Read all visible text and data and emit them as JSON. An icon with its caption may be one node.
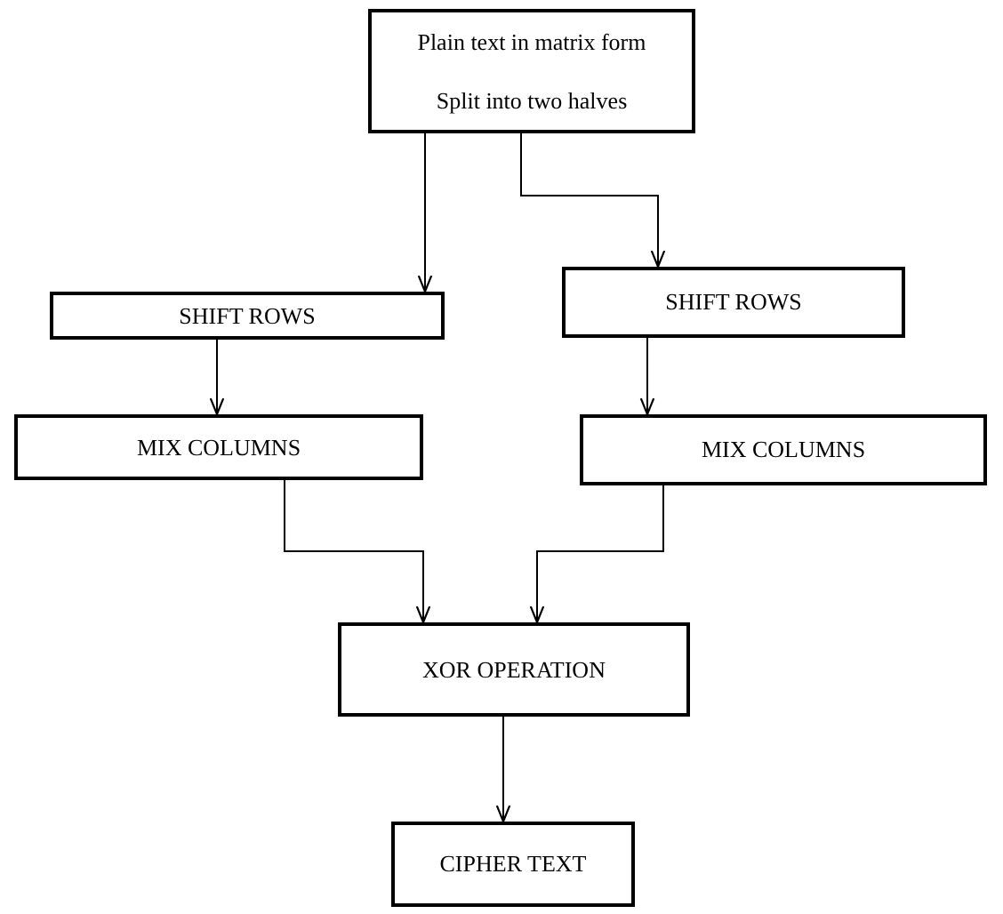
{
  "diagram": {
    "nodes": [
      {
        "text": [
          "Plain text in matrix form",
          "Split into two halves"
        ]
      },
      {
        "text": [
          "SHIFT ROWS"
        ]
      },
      {
        "text": [
          "SHIFT ROWS"
        ]
      },
      {
        "text": [
          "MIX COLUMNS"
        ]
      },
      {
        "text": [
          "MIX COLUMNS"
        ]
      },
      {
        "text": [
          "XOR OPERATION"
        ]
      },
      {
        "text": [
          "CIPHER TEXT"
        ]
      }
    ],
    "edges": [
      {
        "from": 0,
        "to": 1,
        "arrow": "to"
      },
      {
        "from": 0,
        "to": 2,
        "arrow": "to"
      },
      {
        "from": 1,
        "to": 3,
        "arrow": "to"
      },
      {
        "from": 2,
        "to": 4,
        "arrow": "to"
      },
      {
        "from": 3,
        "to": 5,
        "arrow": "to"
      },
      {
        "from": 4,
        "to": 5,
        "arrow": "to"
      },
      {
        "from": 5,
        "to": 6,
        "arrow": "to"
      }
    ]
  }
}
